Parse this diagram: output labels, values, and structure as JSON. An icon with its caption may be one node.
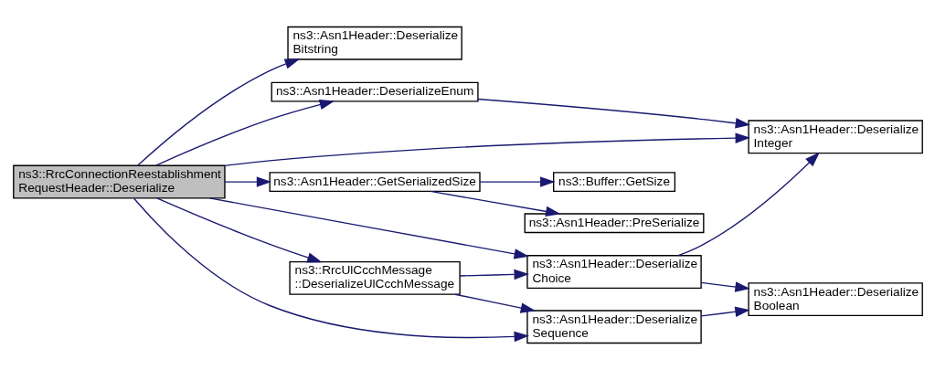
{
  "diagram": {
    "nodes": [
      {
        "text": [
          "ns3::RrcConnectionReestablishment RequestHeader::Deserialize"
        ]
      },
      {
        "text": [
          "ns3::Asn1Header::Deserialize Bitstring"
        ]
      },
      {
        "text": [
          "ns3::Asn1Header::DeserializeEnum"
        ]
      },
      {
        "text": [
          "ns3::RrcUlCcchMessage ::DeserializeUlCcchMessage"
        ]
      },
      {
        "text": [
          "ns3::Asn1Header::GetSerializedSize"
        ]
      },
      {
        "text": [
          "ns3::Asn1Header::Deserialize Integer"
        ]
      },
      {
        "text": [
          "ns3::Asn1Header::Deserialize Choice"
        ]
      },
      {
        "text": [
          "ns3::Asn1Header::Deserialize Sequence"
        ]
      },
      {
        "text": [
          "ns3::Asn1Header::Deserialize Boolean"
        ]
      },
      {
        "text": [
          "ns3::Buffer::GetSize"
        ]
      },
      {
        "text": [
          "ns3::Asn1Header::PreSerialize"
        ]
      }
    ],
    "edges": [
      {
        "from": 0,
        "to": 1,
        "arrow": "to"
      },
      {
        "from": 0,
        "to": 5,
        "arrow": "to"
      },
      {
        "from": 0,
        "to": 2,
        "arrow": "to"
      },
      {
        "from": 0,
        "to": 6,
        "arrow": "to"
      },
      {
        "from": 0,
        "to": 3,
        "arrow": "to"
      },
      {
        "from": 0,
        "to": 7,
        "arrow": "to"
      },
      {
        "from": 0,
        "to": 4,
        "arrow": "to"
      },
      {
        "from": 2,
        "to": 5,
        "arrow": "to"
      },
      {
        "from": 6,
        "to": 5,
        "arrow": "to"
      },
      {
        "from": 6,
        "to": 8,
        "arrow": "to"
      },
      {
        "from": 3,
        "to": 6,
        "arrow": "to"
      },
      {
        "from": 3,
        "to": 7,
        "arrow": "to"
      },
      {
        "from": 7,
        "to": 8,
        "arrow": "to"
      },
      {
        "from": 4,
        "to": 9,
        "arrow": "to"
      },
      {
        "from": 4,
        "to": 10,
        "arrow": "to"
      }
    ]
  }
}
